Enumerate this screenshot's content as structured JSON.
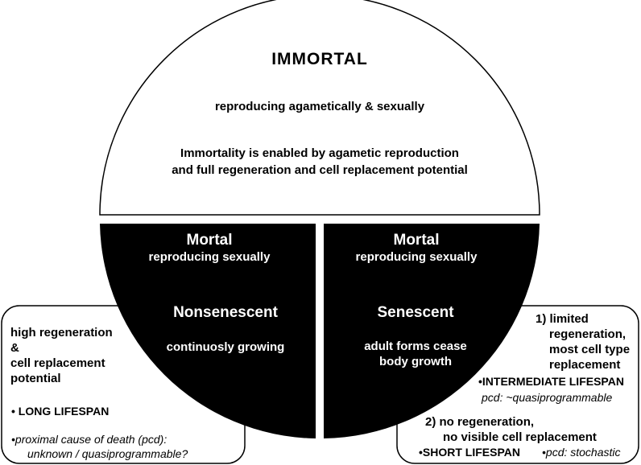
{
  "top": {
    "title": "IMMORTAL",
    "subtitle": "reproducing agametically & sexually",
    "desc_line1": "Immortality is enabled by agametic reproduction",
    "desc_line2": "and full regeneration and cell replacement potential"
  },
  "left_quadrant": {
    "title": "Mortal",
    "subtitle": "reproducing sexually",
    "type": "Nonsenescent",
    "feature": "continuosly growing"
  },
  "right_quadrant": {
    "title": "Mortal",
    "subtitle": "reproducing sexually",
    "type": "Senescent",
    "feature_line1": "adult forms cease",
    "feature_line2": "body growth"
  },
  "left_box": {
    "line1": "high regeneration",
    "line2": "&",
    "line3": "cell replacement",
    "line4": "potential",
    "bullet": "•",
    "lifespan": "LONG LIFESPAN",
    "pcd_line1": "•proximal cause of death (pcd):",
    "pcd_line2": "unknown / quasiprogrammable?"
  },
  "right_box": {
    "item1_line1": "1) limited",
    "item1_line2": "regeneration,",
    "item1_line3": "most cell type",
    "item1_line4": "replacement",
    "item1_lifespan": "•INTERMEDIATE LIFESPAN",
    "item1_pcd": "pcd: ~quasiprogrammable",
    "item2_line1": "2) no regeneration,",
    "item2_line2": "no visible cell replacement",
    "item2_lifespan": "•SHORT LIFESPAN",
    "item2_pcd": "•pcd: stochastic"
  }
}
